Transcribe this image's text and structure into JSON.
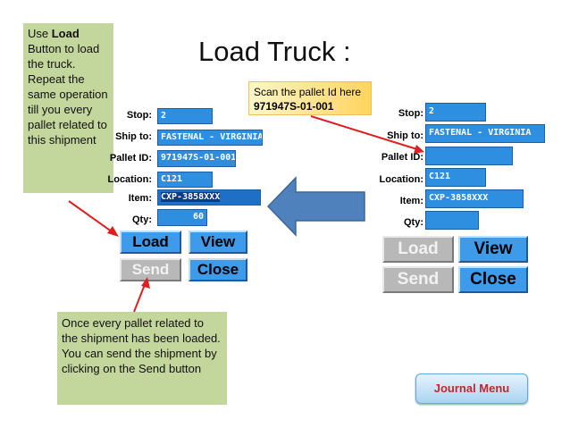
{
  "title": "Load Truck :",
  "left_note": {
    "prefix": "Use ",
    "bold": "Load",
    "rest": " Button  to load the truck. Repeat the same operation till you every pallet related to this shipment"
  },
  "scan_note": {
    "line1": "Scan the pallet Id here",
    "line2": "971947S-01-001"
  },
  "bottom_note": "Once every pallet related to the shipment  has been loaded. You can send the shipment by clicking  on the Send button",
  "left_form": {
    "labels": {
      "stop": "Stop:",
      "ship_to": "Ship to:",
      "pallet_id": "Pallet ID:",
      "location": "Location:",
      "item": "Item:",
      "qty": "Qty:"
    },
    "values": {
      "stop": "2",
      "ship_to": "FASTENAL - VIRGINIA",
      "pallet_id": "971947S-01-001",
      "location": "C121",
      "item": "CXP-3858XXX",
      "qty": "60"
    },
    "buttons": {
      "load": "Load",
      "view": "View",
      "send": "Send",
      "close": "Close"
    }
  },
  "right_form": {
    "labels": {
      "stop": "Stop:",
      "ship_to": "Ship to:",
      "pallet_id": "Pallet ID:",
      "location": "Location:",
      "item": "Item:",
      "qty": "Qty:"
    },
    "values": {
      "stop": "2",
      "ship_to": "FASTENAL - VIRGINIA",
      "pallet_id": "",
      "location": "C121",
      "item": "CXP-3858XXX",
      "qty": ""
    },
    "buttons": {
      "load": "Load",
      "view": "View",
      "send": "Send",
      "close": "Close"
    }
  },
  "journal_menu": "Journal Menu",
  "colors": {
    "note_green": "#c3d69b",
    "field_blue": "#2e8fe0",
    "arrow_blue": "#4f81bd",
    "arrow_red": "#e02020",
    "journal_text": "#c0282d"
  }
}
